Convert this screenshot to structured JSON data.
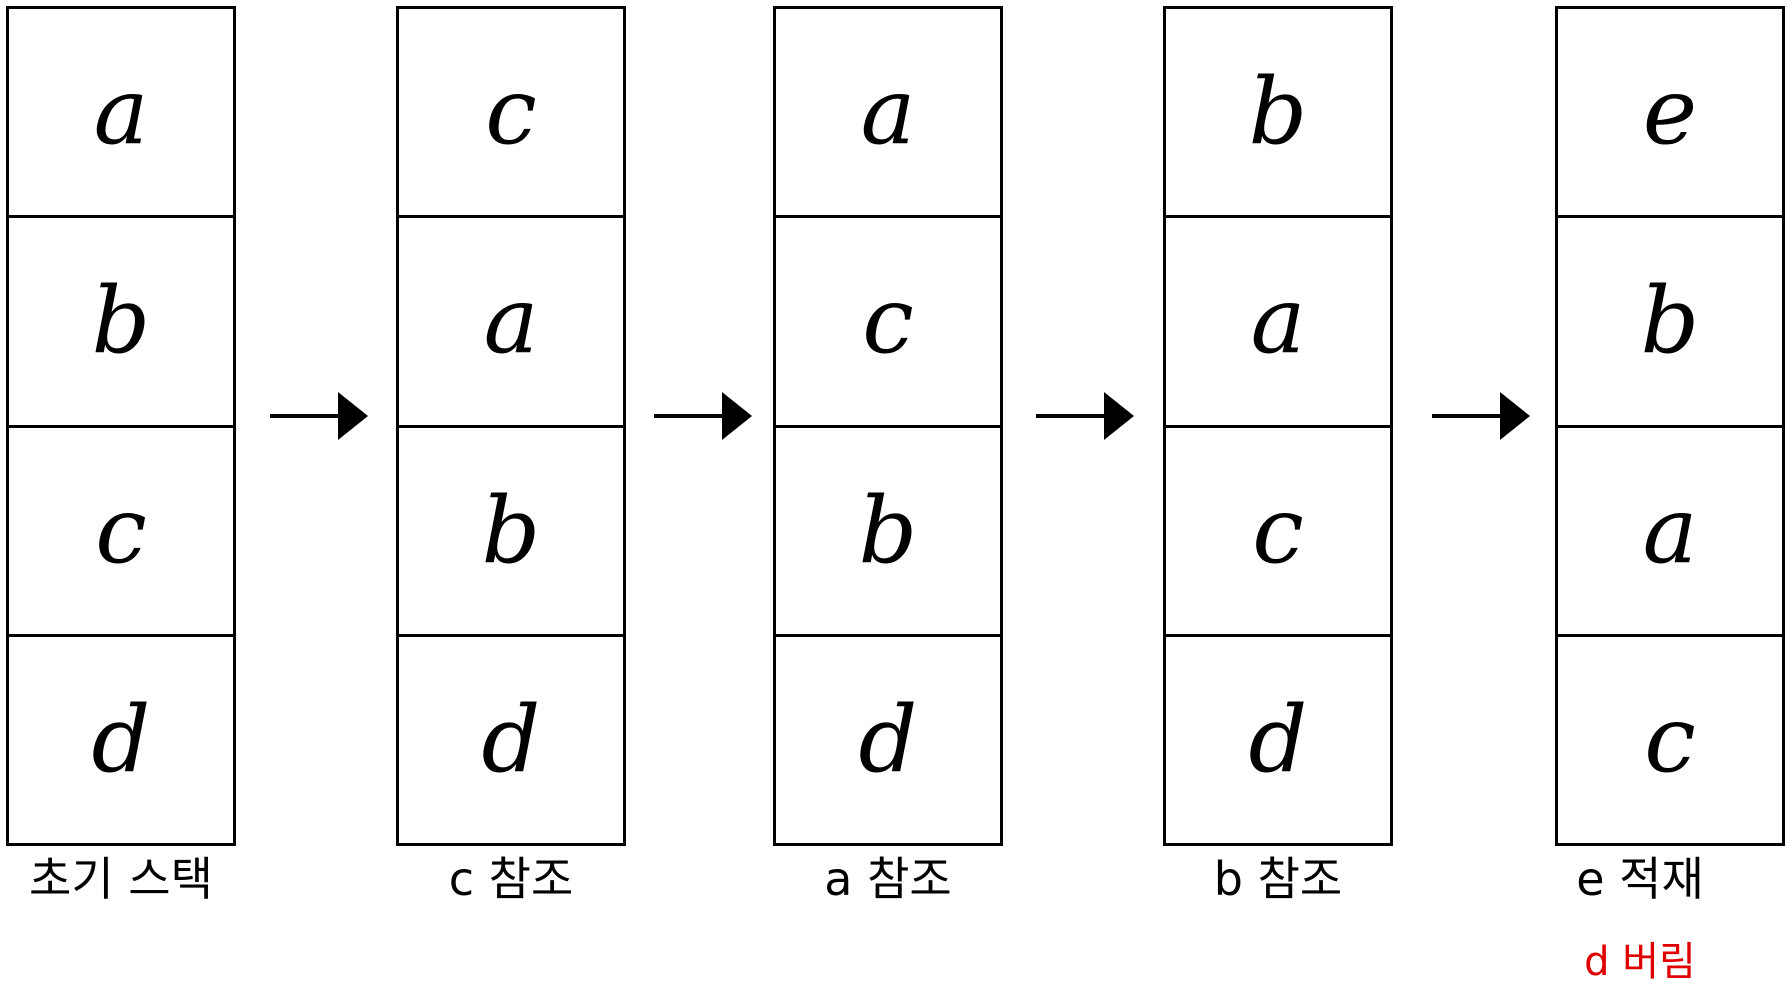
{
  "stacks": [
    {
      "cells": [
        "a",
        "b",
        "c",
        "d"
      ],
      "caption": "초기 스택"
    },
    {
      "cells": [
        "c",
        "a",
        "b",
        "d"
      ],
      "caption": "c 참조"
    },
    {
      "cells": [
        "a",
        "c",
        "b",
        "d"
      ],
      "caption": "a 참조"
    },
    {
      "cells": [
        "b",
        "a",
        "c",
        "d"
      ],
      "caption": "b 참조"
    },
    {
      "cells": [
        "e",
        "b",
        "a",
        "c"
      ],
      "caption": "e 적재",
      "note": "d 버림"
    }
  ],
  "colors": {
    "stroke": "#000000",
    "note": "#e00000"
  },
  "icons": {
    "arrow": "arrow-right-icon"
  }
}
